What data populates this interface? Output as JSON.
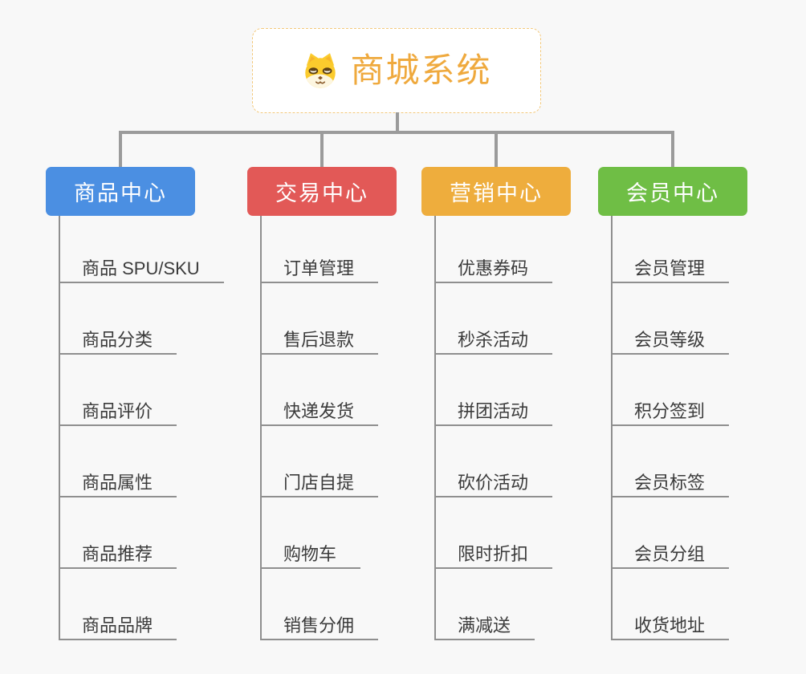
{
  "root": {
    "title": "商城系统",
    "icon": "shiba-dog-icon"
  },
  "colors": {
    "background": "#f8f8f8",
    "connector_line": "#9b9b9b",
    "leaf_line": "#8f8f8f",
    "leaf_text": "#3b3b3b",
    "root_title": "#efa93d",
    "root_border": "#f3c97c"
  },
  "branches": [
    {
      "label": "商品中心",
      "color": "#4b8fe2",
      "children": [
        "商品 SPU/SKU",
        "商品分类",
        "商品评价",
        "商品属性",
        "商品推荐",
        "商品品牌"
      ]
    },
    {
      "label": "交易中心",
      "color": "#e25957",
      "children": [
        "订单管理",
        "售后退款",
        "快递发货",
        "门店自提",
        "购物车",
        "销售分佣"
      ]
    },
    {
      "label": "营销中心",
      "color": "#eead3d",
      "children": [
        "优惠券码",
        "秒杀活动",
        "拼团活动",
        "砍价活动",
        "限时折扣",
        "满减送"
      ]
    },
    {
      "label": "会员中心",
      "color": "#6fbe45",
      "children": [
        "会员管理",
        "会员等级",
        "积分签到",
        "会员标签",
        "会员分组",
        "收货地址"
      ]
    }
  ]
}
